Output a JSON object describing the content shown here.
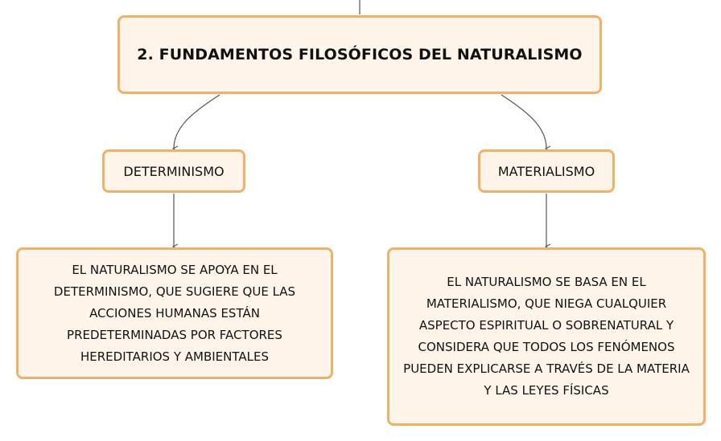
{
  "colors": {
    "node_fill": "#fff5ea",
    "node_border": "#f0b264",
    "connector": "#555555",
    "text": "#111111"
  },
  "diagram": {
    "root": {
      "label": "2. FUNDAMENTOS FILOSÓFICOS DEL NATURALISMO"
    },
    "branches": [
      {
        "label": "DETERMINISMO",
        "description": "EL NATURALISMO SE APOYA EN EL DETERMINISMO, QUE SUGIERE QUE LAS ACCIONES HUMANAS ESTÁN PREDETERMINADAS POR FACTORES HEREDITARIOS Y AMBIENTALES"
      },
      {
        "label": "MATERIALISMO",
        "description": "EL NATURALISMO SE BASA EN EL MATERIALISMO, QUE NIEGA CUALQUIER ASPECTO ESPIRITUAL O SOBRENATURAL Y CONSIDERA QUE TODOS LOS FENÓMENOS PUEDEN EXPLICARSE A TRAVÉS DE LA MATERIA Y LAS LEYES FÍSICAS"
      }
    ]
  }
}
